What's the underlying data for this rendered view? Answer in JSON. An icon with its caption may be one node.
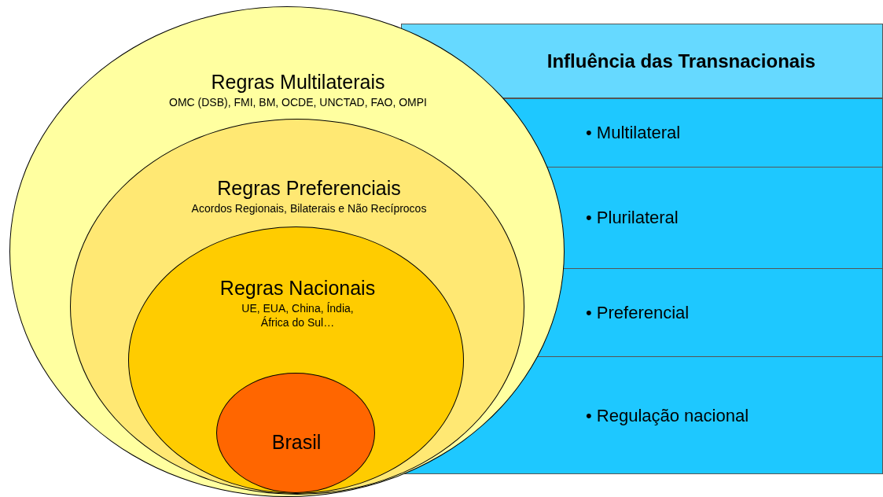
{
  "diagram": {
    "nodes": [
      {
        "text": [
          "Regras Multilaterais",
          "OMC (DSB), FMI, BM, OCDE, UNCTAD, FAO, OMPI"
        ]
      },
      {
        "text": [
          "Regras Preferenciais",
          "Acordos Regionais, Bilaterais e Não Recíprocos"
        ],
        "in": 0
      },
      {
        "text": [
          "Regras Nacionais",
          "UE, EUA, China, Índia, África do Sul…"
        ],
        "in": 1
      },
      {
        "text": [
          "Brasil"
        ],
        "in": 2
      },
      {
        "text": [
          "Influência das Transnacionais"
        ]
      },
      {
        "text": [
          "• Multilateral"
        ]
      },
      {
        "text": [
          "• Plurilateral"
        ]
      },
      {
        "text": [
          "• Preferencial"
        ]
      },
      {
        "text": [
          "• Regulação nacional"
        ]
      }
    ]
  }
}
